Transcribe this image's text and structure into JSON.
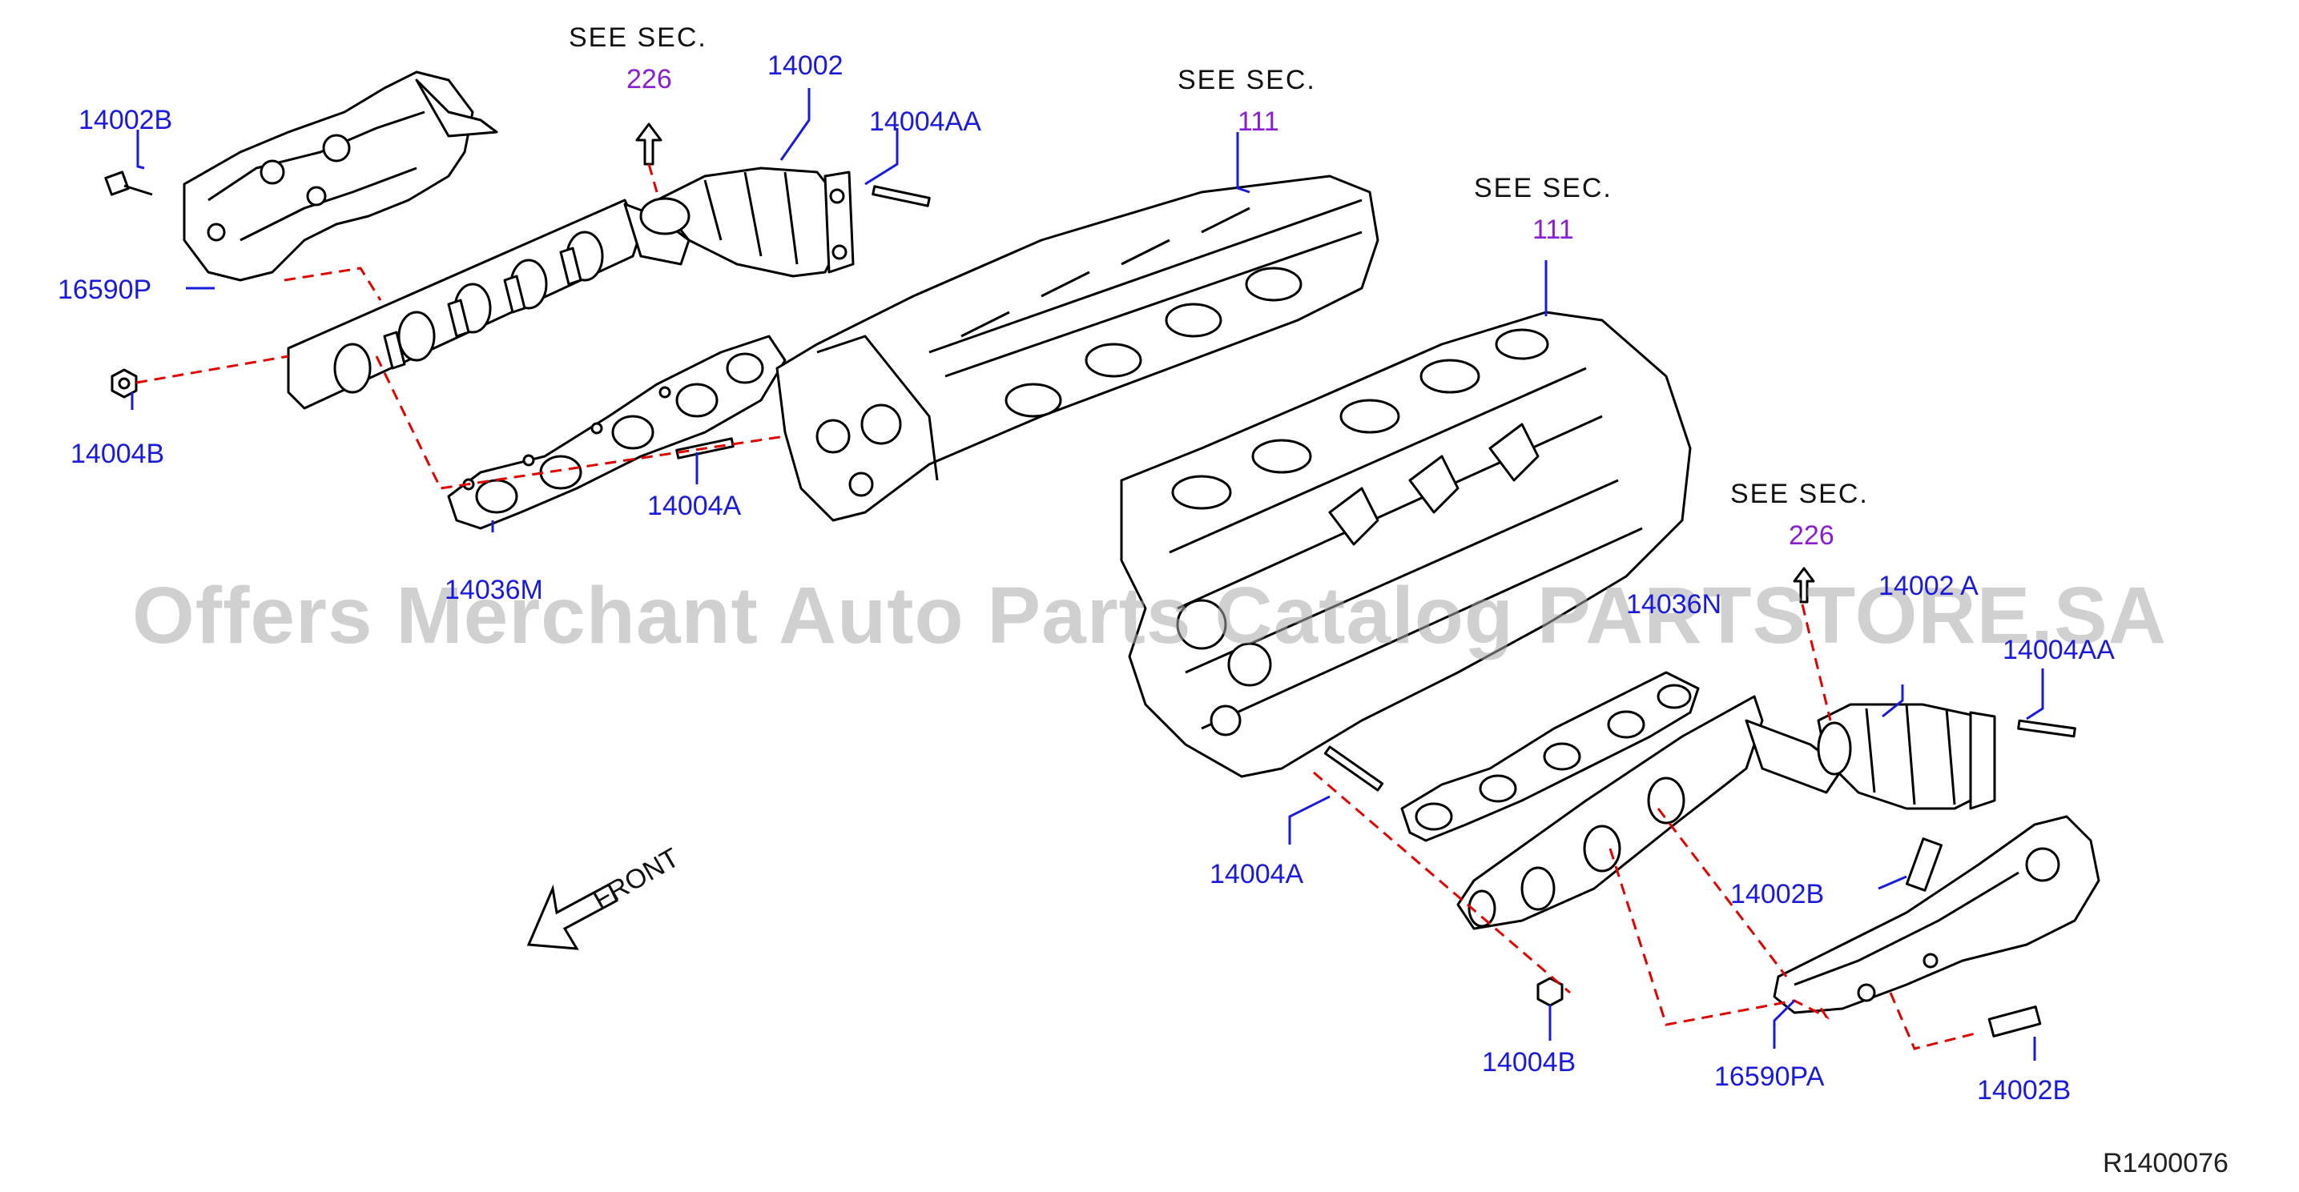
{
  "diagram": {
    "watermark": "Offers Merchant Auto Parts Catalog PARTSTORE.SA",
    "reference_code": "R1400076",
    "front_label": "FRONT",
    "see_sec": [
      {
        "label": "SEE   SEC.",
        "number": "226"
      },
      {
        "label": "SEE   SEC.",
        "number": "111"
      },
      {
        "label": "SEE   SEC.",
        "number": "111"
      },
      {
        "label": "SEE   SEC.",
        "number": "226"
      }
    ],
    "callouts": [
      "14002B",
      "16590P",
      "14004B",
      "14036M",
      "14004A",
      "14002",
      "14004AA",
      "14036N",
      "14002 A",
      "14004AA",
      "14004A",
      "14002B",
      "14004B",
      "16590PA",
      "14002B"
    ],
    "colors": {
      "part_label": "#1a1adb",
      "section_number": "#8a1fd1",
      "leader_dashed": "#e00000",
      "linework": "#000000"
    }
  }
}
